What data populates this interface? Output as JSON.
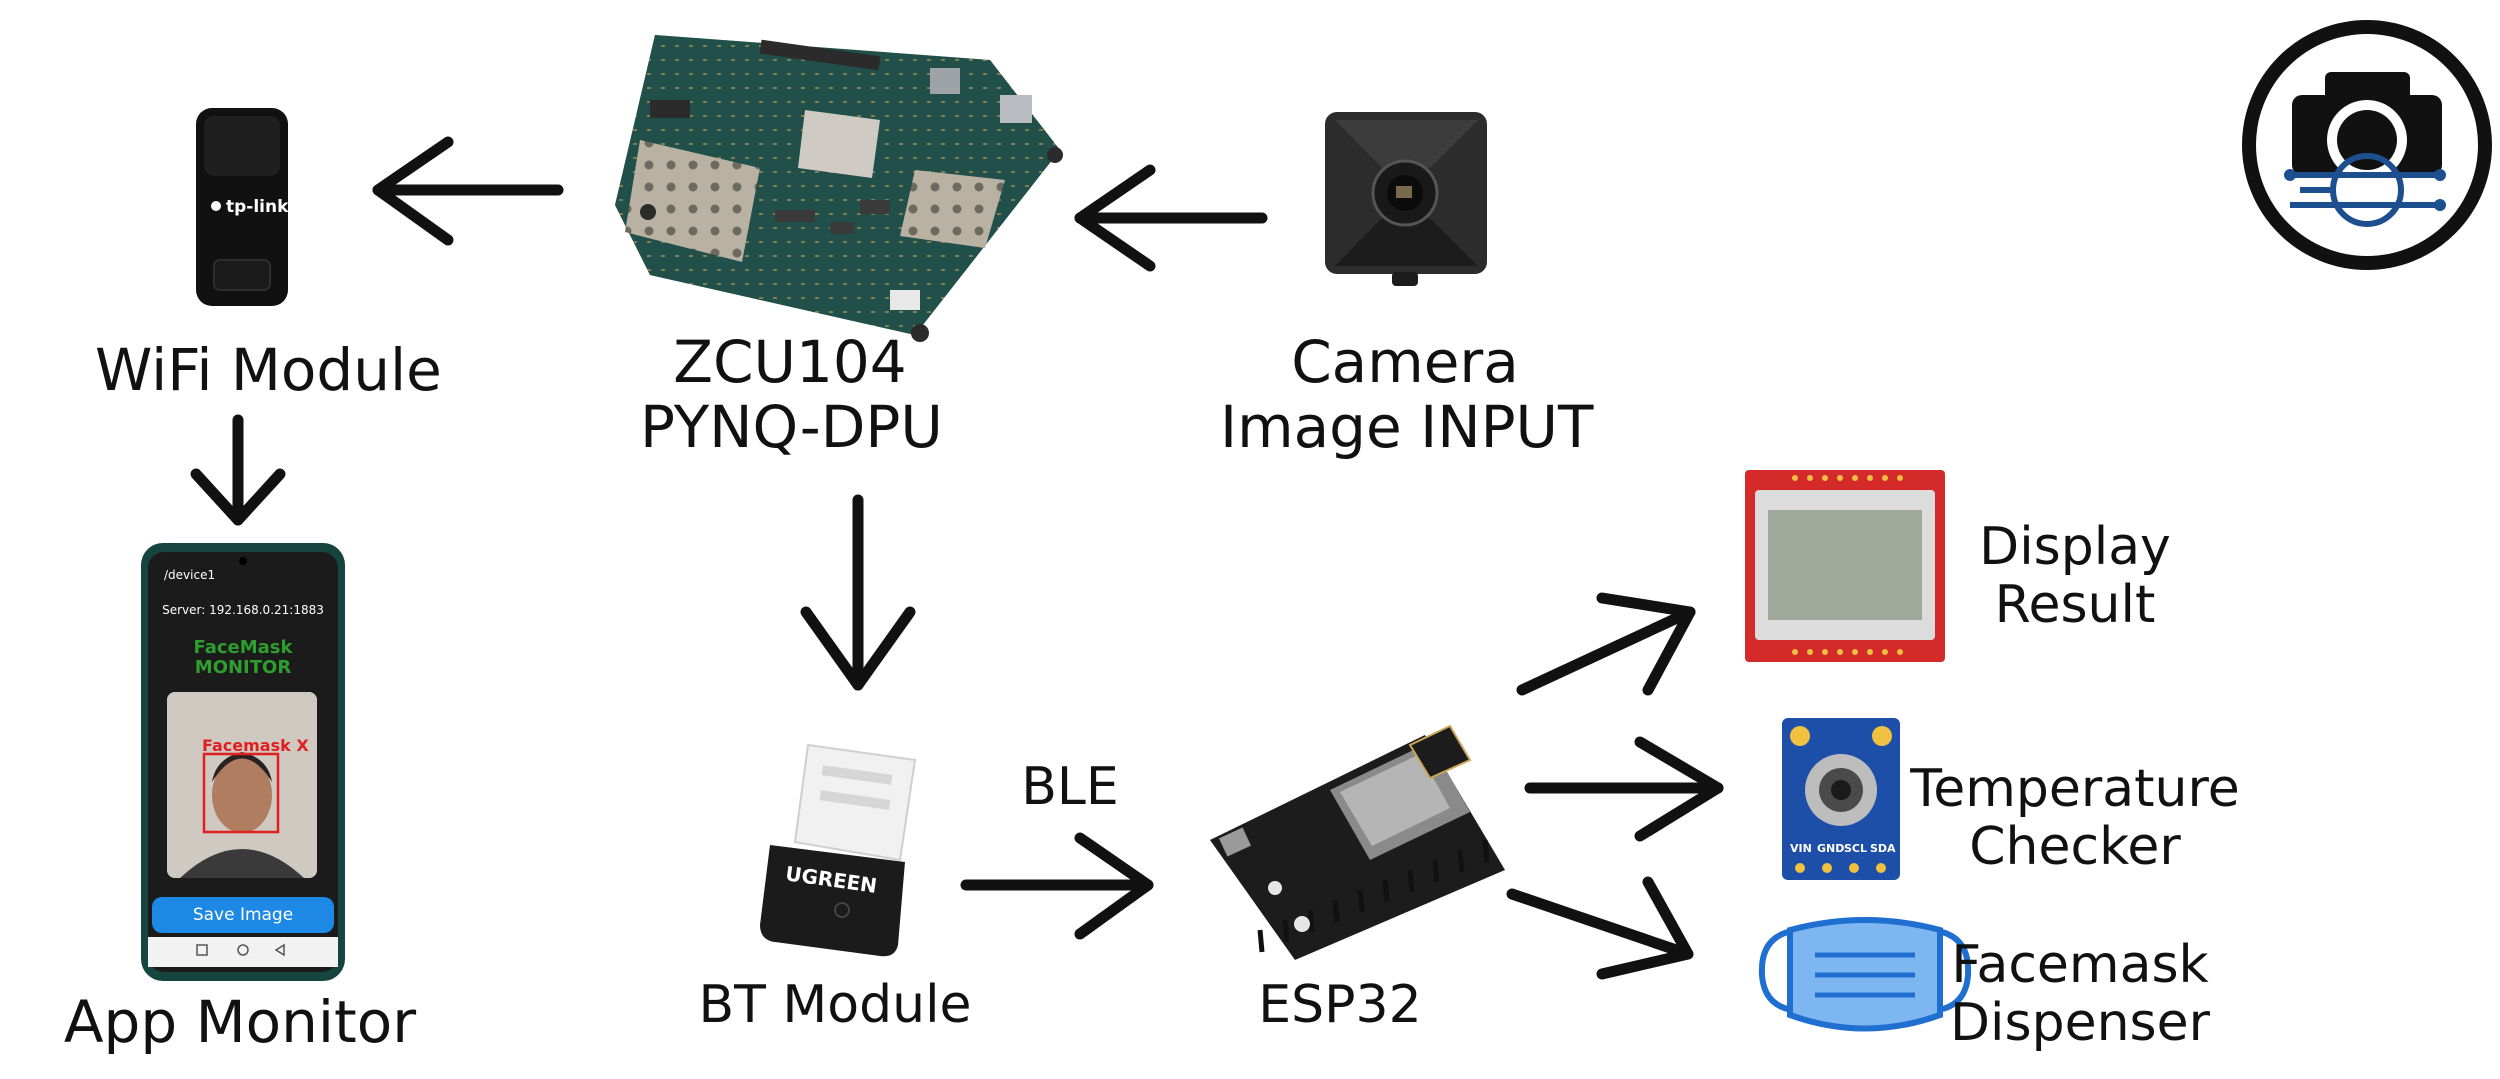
{
  "labels": {
    "wifi": "WiFi Module",
    "zcu_line1": "ZCU104",
    "zcu_line2": "PYNQ-DPU",
    "camera_line1": "Camera",
    "camera_line2": "Image INPUT",
    "app": "App Monitor",
    "bt": "BT Module",
    "ble": "BLE",
    "esp": "ESP32",
    "display_line1": "Display",
    "display_line2": "Result",
    "temp_line1": "Temperature",
    "temp_line2": "Checker",
    "mask_line1": "Facemask",
    "mask_line2": "Dispenser"
  },
  "phone": {
    "path": "/device1",
    "server": "Server: 192.168.0.21:1883",
    "title_line1": "FaceMask",
    "title_line2": "MONITOR",
    "detection": "Facemask X",
    "save_button": "Save Image"
  },
  "devices": {
    "wifi_brand": "tp-link",
    "bt_brand": "UGREEN",
    "sensor_pins": [
      "VIN",
      "GND",
      "SCL",
      "SDA"
    ]
  },
  "colors": {
    "ink": "#111111",
    "phone_title": "#2e9e2e",
    "detection": "#e02020",
    "save_button": "#1e88e5",
    "board_green": "#1f4f4a",
    "esp_board": "#1c1c1c",
    "lcd_red": "#d42a2a",
    "sensor_blue": "#1d4fa8",
    "mask_blue": "#7db6f0"
  }
}
